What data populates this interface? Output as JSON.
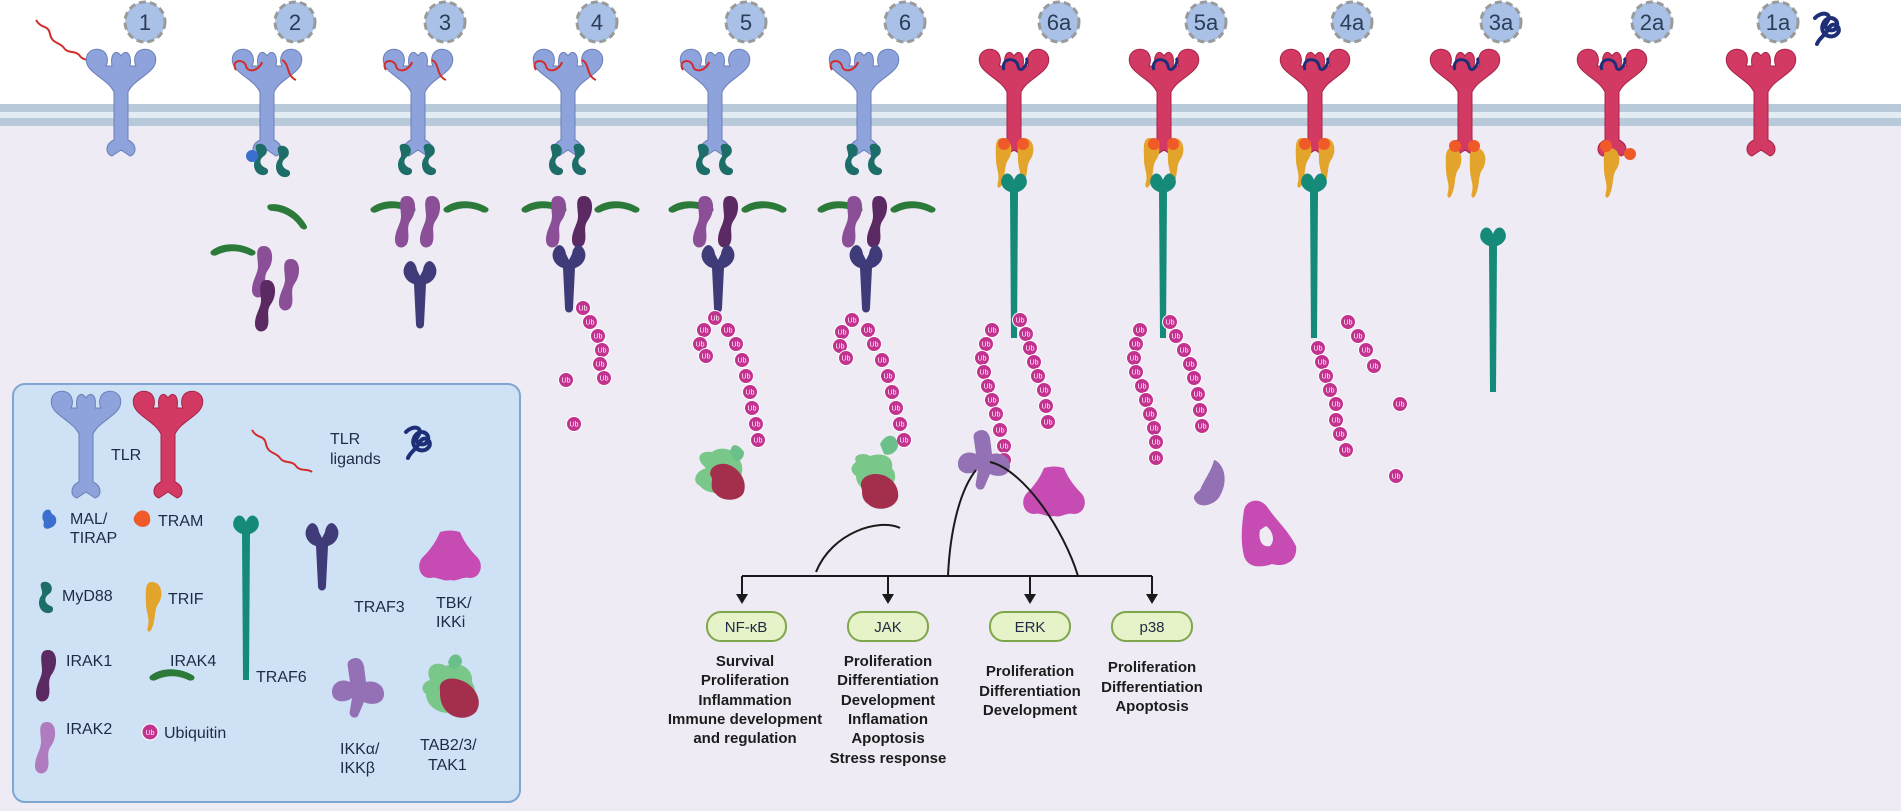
{
  "steps": {
    "s1": "1",
    "s2": "2",
    "s3": "3",
    "s4": "4",
    "s5": "5",
    "s6": "6",
    "s6a": "6a",
    "s5a": "5a",
    "s4a": "4a",
    "s3a": "3a",
    "s2a": "2a",
    "s1a": "1a"
  },
  "ub_label": "Ub",
  "legend": {
    "tlr": "TLR",
    "tlr_ligands_1": "TLR",
    "tlr_ligands_2": "ligands",
    "mal_1": "MAL/",
    "mal_2": "TIRAP",
    "tram": "TRAM",
    "myd88": "MyD88",
    "trif": "TRIF",
    "traf3": "TRAF3",
    "tbk_1": "TBK/",
    "tbk_2": "IKKi",
    "irak1": "IRAK1",
    "irak4": "IRAK4",
    "traf6": "TRAF6",
    "irak2": "IRAK2",
    "ubiquitin": "Ubiquitin",
    "ikk_1": "IKKα/",
    "ikk_2": "IKKβ",
    "tab_1": "TAB2/3/",
    "tab_2": "TAK1"
  },
  "pathways": [
    {
      "name": "NF-κB",
      "outcomes": [
        "Survival",
        "Proliferation",
        "Inflammation",
        "Immune development",
        "and regulation"
      ]
    },
    {
      "name": "JAK",
      "outcomes": [
        "Proliferation",
        "Differentiation",
        "Development",
        "Inflamation",
        "Apoptosis",
        "Stress response"
      ]
    },
    {
      "name": "ERK",
      "outcomes": [
        "Proliferation",
        "Differentiation",
        "Development"
      ]
    },
    {
      "name": "p38",
      "outcomes": [
        "Proliferation",
        "Differentiation",
        "Apoptosis"
      ]
    }
  ],
  "colors": {
    "tlr_blue": "#8ea3dc",
    "tlr_red": "#d23a63",
    "myd88": "#1d6e68",
    "irak": "#8a4f96",
    "traf3": "#3f3a78",
    "traf6": "#168a78",
    "trif": "#e2a42a",
    "tram": "#f05a28",
    "ubiquitin": "#c2338f",
    "tbk": "#c64cb4",
    "ikk": "#9470b4",
    "tak1": "#a32f4c",
    "pathway_fill": "#e6f2c8",
    "pathway_stroke": "#7fa64a",
    "legend_fill": "#cfe2f5",
    "legend_stroke": "#7fa6d2",
    "background": "#eeebf5",
    "membrane": "#b8c9da"
  }
}
